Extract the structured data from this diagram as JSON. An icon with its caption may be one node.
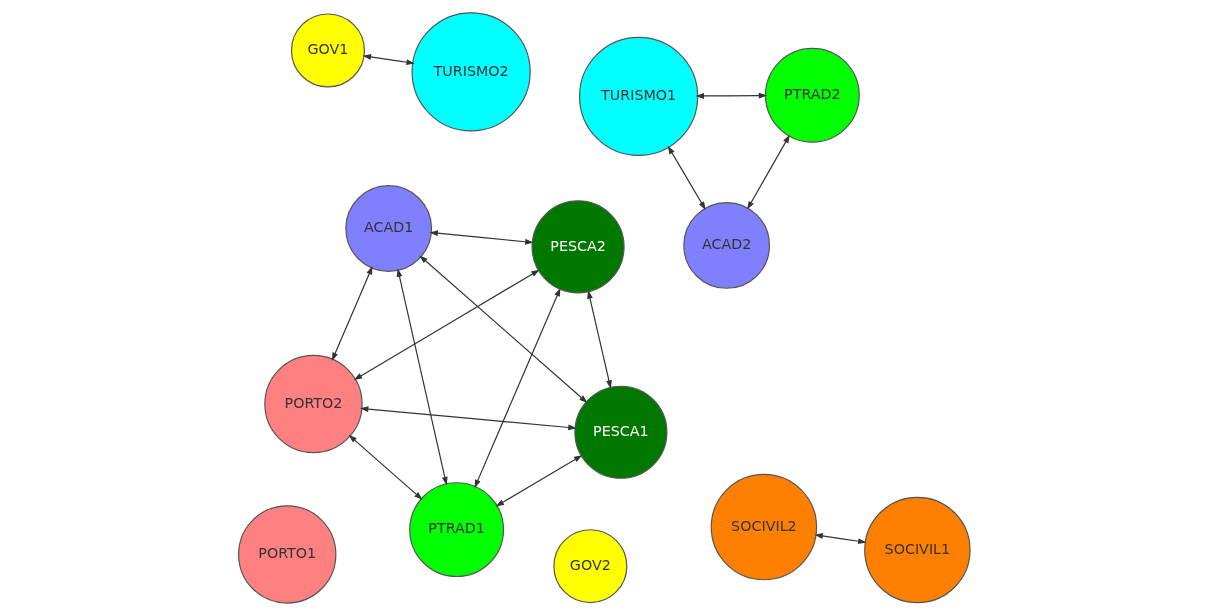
{
  "diagram": {
    "nodes": [
      {
        "text": [
          "GOV2"
        ]
      },
      {
        "text": [
          "TURISMO1"
        ]
      },
      {
        "text": [
          "PORTO1"
        ]
      },
      {
        "text": [
          "PTRAD2"
        ]
      },
      {
        "text": [
          "ACAD2"
        ]
      },
      {
        "text": [
          "PORTO2"
        ]
      },
      {
        "text": [
          "PESCA1"
        ]
      },
      {
        "text": [
          "PTRAD1"
        ]
      },
      {
        "text": [
          "SOCIVIL2"
        ]
      },
      {
        "text": [
          "GOV1"
        ]
      },
      {
        "text": [
          "SOCIVIL1"
        ]
      },
      {
        "text": [
          "ACAD1"
        ]
      },
      {
        "text": [
          "TURISMO2"
        ]
      },
      {
        "text": [
          "PESCA2"
        ]
      }
    ],
    "edges": [
      {
        "from": 3,
        "to": 1,
        "arrow": "both"
      },
      {
        "from": 1,
        "to": 4,
        "arrow": "both"
      },
      {
        "from": 3,
        "to": 4,
        "arrow": "both"
      },
      {
        "from": 8,
        "to": 10,
        "arrow": "both"
      },
      {
        "from": 9,
        "to": 12,
        "arrow": "both"
      },
      {
        "from": 5,
        "to": 6,
        "arrow": "both"
      },
      {
        "from": 5,
        "to": 7,
        "arrow": "both"
      },
      {
        "from": 5,
        "to": 13,
        "arrow": "both"
      },
      {
        "from": 5,
        "to": 11,
        "arrow": "both"
      },
      {
        "from": 7,
        "to": 6,
        "arrow": "both"
      },
      {
        "from": 7,
        "to": 13,
        "arrow": "both"
      },
      {
        "from": 7,
        "to": 11,
        "arrow": "both"
      },
      {
        "from": 6,
        "to": 13,
        "arrow": "both"
      },
      {
        "from": 6,
        "to": 11,
        "arrow": "both"
      },
      {
        "from": 13,
        "to": 11,
        "arrow": "both"
      }
    ]
  }
}
